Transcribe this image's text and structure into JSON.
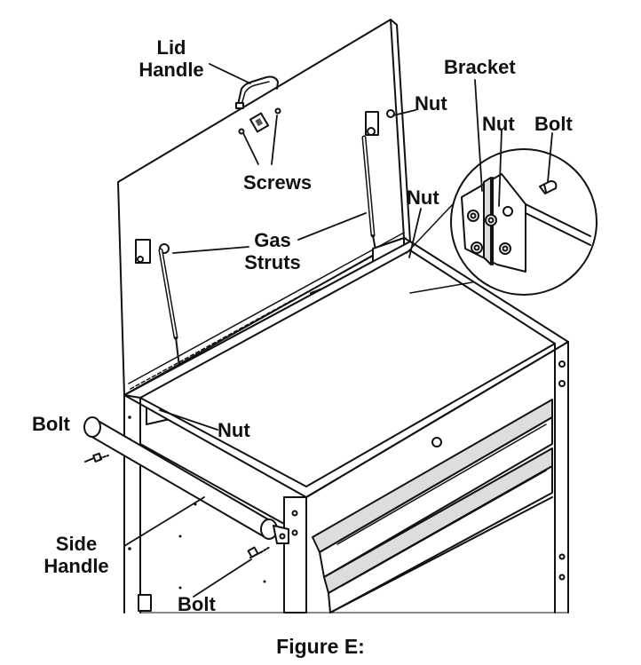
{
  "labels": {
    "lid_handle": [
      "Lid",
      "Handle"
    ],
    "screws": "Screws",
    "gas_struts": [
      "Gas",
      "Struts"
    ],
    "nut_top": "Nut",
    "bracket": "Bracket",
    "nut_inset": "Nut",
    "bolt_inset": "Bolt",
    "nut_right": "Nut",
    "nut_left": "Nut",
    "bolt_left": "Bolt",
    "side_handle": [
      "Side",
      "Handle"
    ],
    "bolt_bottom": "Bolt"
  },
  "caption": "Figure E:",
  "colors": {
    "line": "#111111",
    "panel": "#ffffff",
    "shade": "#d9d9d9"
  }
}
